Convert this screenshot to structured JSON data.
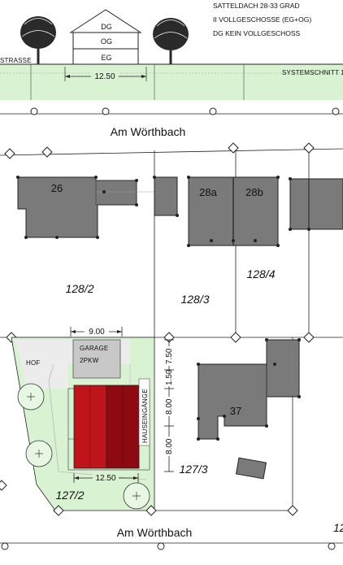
{
  "legend": {
    "roof": "SATTELDACH 28-33 GRAD",
    "floors": "II VOLLGESCHOSSE (EG+OG)",
    "attic": "DG KEIN VOLLGESCHOSS"
  },
  "section": {
    "floors": [
      "DG",
      "OG",
      "EG"
    ],
    "left_label": "STRASSE",
    "right_label": "SYSTEMSCHNITT 1",
    "width_dim": "12.50"
  },
  "streets": {
    "top": "Am Wörthbach",
    "bottom": "Am Wörthbach"
  },
  "houses": {
    "h26": "26",
    "h28a": "28a",
    "h28b": "28b",
    "h37": "37"
  },
  "parcels": {
    "p128_2": "128/2",
    "p128_3": "128/3",
    "p128_4": "128/4",
    "p127_3": "127/3",
    "p127_2": "127/2",
    "p12_edge": "12"
  },
  "plan": {
    "garage_line1": "GARAGE",
    "garage_line2": "2PKW",
    "yard": "HOF",
    "entrances": "HAUSEINGÄNGE",
    "dim_top": "9.00",
    "dim_bottom": "12.50",
    "dim_v1": "7.50",
    "dim_v2": "8.00",
    "dim_v3": "8.00",
    "dim_v4": "1.50"
  },
  "colors": {
    "green": "#d9f2d2",
    "greenLight": "#e8f7e3",
    "building": "#7a7a7a",
    "redLight": "#c0141b",
    "redDark": "#8e0a12",
    "garage": "#c8c8c8",
    "yard": "#ececec"
  }
}
